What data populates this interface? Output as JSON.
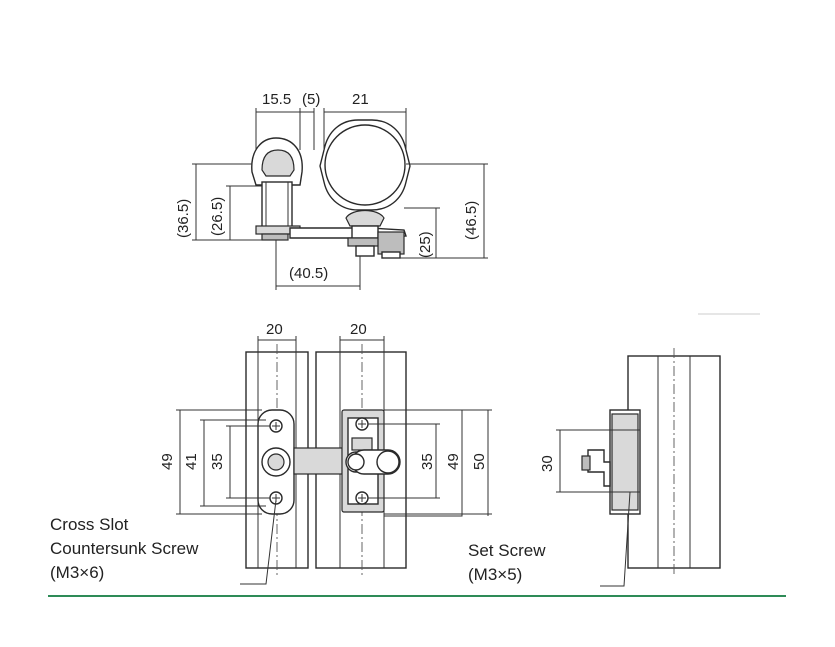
{
  "dimensions": {
    "top_15_5": "15.5",
    "top_5": "(5)",
    "top_21": "21",
    "left_36_5": "(36.5)",
    "left_26_5": "(26.5)",
    "bottom_40_5": "(40.5)",
    "right_25": "(25)",
    "right_46_5": "(46.5)",
    "front_20_a": "20",
    "front_20_b": "20",
    "front_49_left": "49",
    "front_41": "41",
    "front_35_left": "35",
    "front_35_right": "35",
    "front_49_right": "49",
    "front_50": "50",
    "side_30": "30"
  },
  "labels": {
    "cross_slot_line1": "Cross Slot",
    "cross_slot_line2": "Countersunk Screw",
    "cross_slot_line3": "(M3×6)",
    "set_screw_line1": "Set Screw",
    "set_screw_line2": "(M3×5)"
  },
  "colors": {
    "baseline": "#2e8b57",
    "line": "#333333",
    "shade": "#d9d9d9"
  }
}
